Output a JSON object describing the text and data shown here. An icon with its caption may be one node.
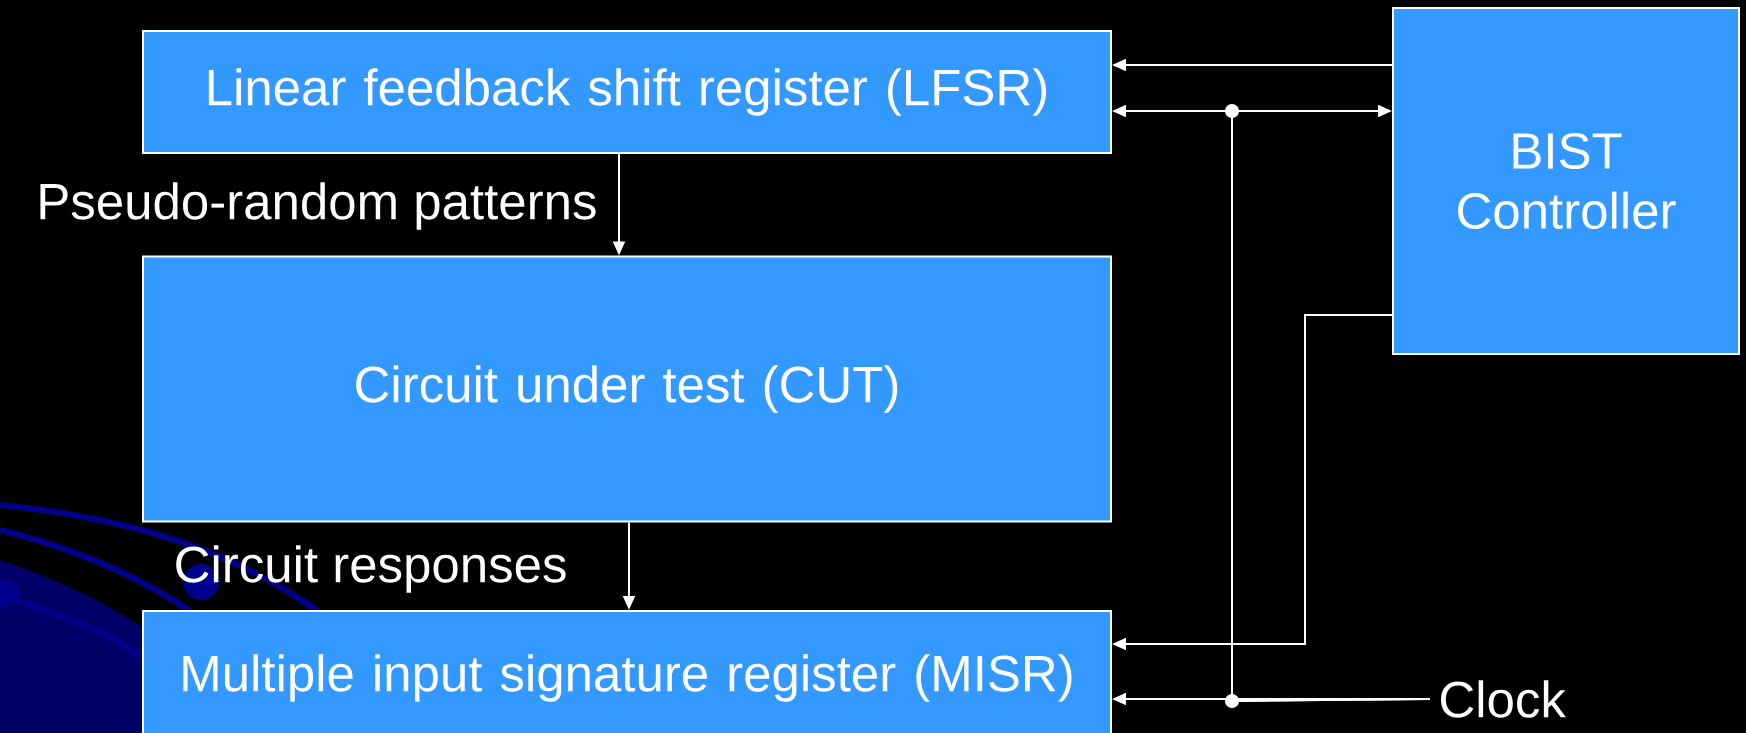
{
  "diagram": {
    "nodes": [
      {
        "text": [
          "Linear feedback shift register (LFSR)"
        ]
      },
      {
        "text": [
          "Circuit under test (CUT)"
        ]
      },
      {
        "text": [
          "Multiple input signature register (MISR)"
        ]
      },
      {
        "text": [
          "BIST Controller"
        ]
      },
      {
        "text": [
          "Clock"
        ]
      }
    ],
    "edges": [
      {
        "from": 0,
        "to": 1,
        "arrow": "to",
        "label": "Pseudo-random patterns"
      },
      {
        "from": 1,
        "to": 2,
        "arrow": "to",
        "label": "Circuit responses"
      },
      {
        "from": 3,
        "to": 0,
        "arrow": "to"
      },
      {
        "from": 3,
        "to": 2,
        "arrow": "to"
      },
      {
        "from": 4,
        "to": 2,
        "arrow": "to"
      },
      {
        "from": 4,
        "to": 0,
        "arrow": "to"
      },
      {
        "from": 4,
        "to": 3,
        "arrow": "to"
      }
    ]
  }
}
